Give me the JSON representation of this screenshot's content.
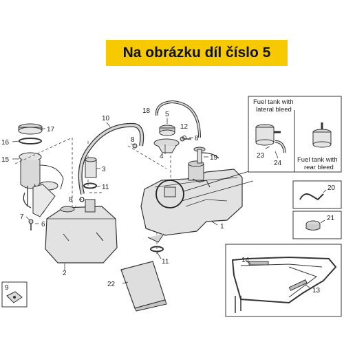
{
  "banner": {
    "text": "Na obrázku díl číslo 5"
  },
  "colors": {
    "banner_bg": "#f6c900",
    "part_fill": "#e2e2e2",
    "line": "#333333"
  },
  "callouts": {
    "c1": "1",
    "c2": "2",
    "c3": "3",
    "c4": "4",
    "c5": "5",
    "c6": "6",
    "c7": "7",
    "c8a": "8",
    "c8b": "8",
    "c8c": "8",
    "c9": "9",
    "c10": "10",
    "c11a": "11",
    "c11b": "11",
    "c12": "12",
    "c13": "13",
    "c14": "14",
    "c15": "15",
    "c16": "16",
    "c17": "17",
    "c18": "18",
    "c19": "19",
    "c20": "20",
    "c21": "21",
    "c22": "22",
    "c23": "23",
    "c24": "24"
  },
  "inset": {
    "lateral_line1": "Fuel tank with",
    "lateral_line2": "lateral bleed",
    "rear_line1": "Fuel tank with",
    "rear_line2": "rear bleed"
  }
}
